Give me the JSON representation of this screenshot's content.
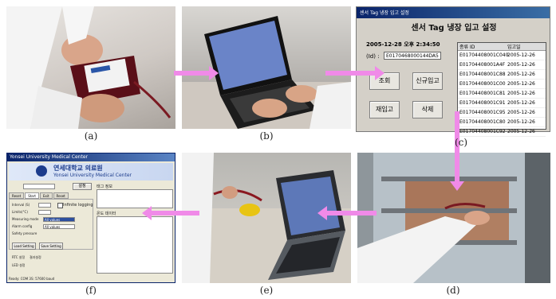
{
  "captions": {
    "a": "(a)",
    "b": "(b)",
    "c": "(c)",
    "d": "(d)",
    "e": "(e)",
    "f": "(f)"
  },
  "arrow_color": "#f08ae8",
  "panel_c": {
    "title": "센서 Tag 냉장 입고 설정",
    "datetime": "2005-12-28 오후 2:34:50",
    "id_label": "(Id) :",
    "id_value": "E0170468000144DA5",
    "buttons": {
      "lookup": "조회",
      "new_in": "신규입고",
      "reissue": "재입고",
      "delete": "삭제"
    },
    "table": {
      "headers": [
        "종류 ID",
        "입고일"
      ],
      "rows": [
        [
          "E01704408001C040",
          "2005-12-26"
        ],
        [
          "E01704408001A4F",
          "2005-12-26"
        ],
        [
          "E01704408001C88",
          "2005-12-26"
        ],
        [
          "E01704408001C00",
          "2005-12-26"
        ],
        [
          "E01704408001C81",
          "2005-12-26"
        ],
        [
          "E01704408001C91",
          "2005-12-26"
        ],
        [
          "E01704408001C95",
          "2005-12-26"
        ],
        [
          "E01704408001C80",
          "2005-12-26"
        ],
        [
          "E01704408001C92",
          "2005-12-26"
        ]
      ]
    }
  },
  "panel_f": {
    "window_title": "Yonsei University Medical Center",
    "org_korean": "연세대학교 의료원",
    "org_english": "Yonsei University Medical Center",
    "tabs": [
      "Reset",
      "Start",
      "Exit",
      "Reset"
    ],
    "fields": [
      "Interval (S)",
      "Limits(°C)",
      "Measuring mode",
      "Alarm config",
      "Safety pressure"
    ],
    "mode_value": "All values",
    "alarm_value": "All values",
    "buttons": {
      "load": "Load Setting",
      "save": "Save Setting",
      "top": "설정"
    },
    "checkbox_label": "Infinite logging",
    "right_labels": [
      "태그 정보",
      "온도 데이터"
    ],
    "status": "Ready: COM 3S: 57600 baud",
    "footer_labels": [
      "RTC 설정",
      "결과설정",
      "LED 설정"
    ]
  }
}
